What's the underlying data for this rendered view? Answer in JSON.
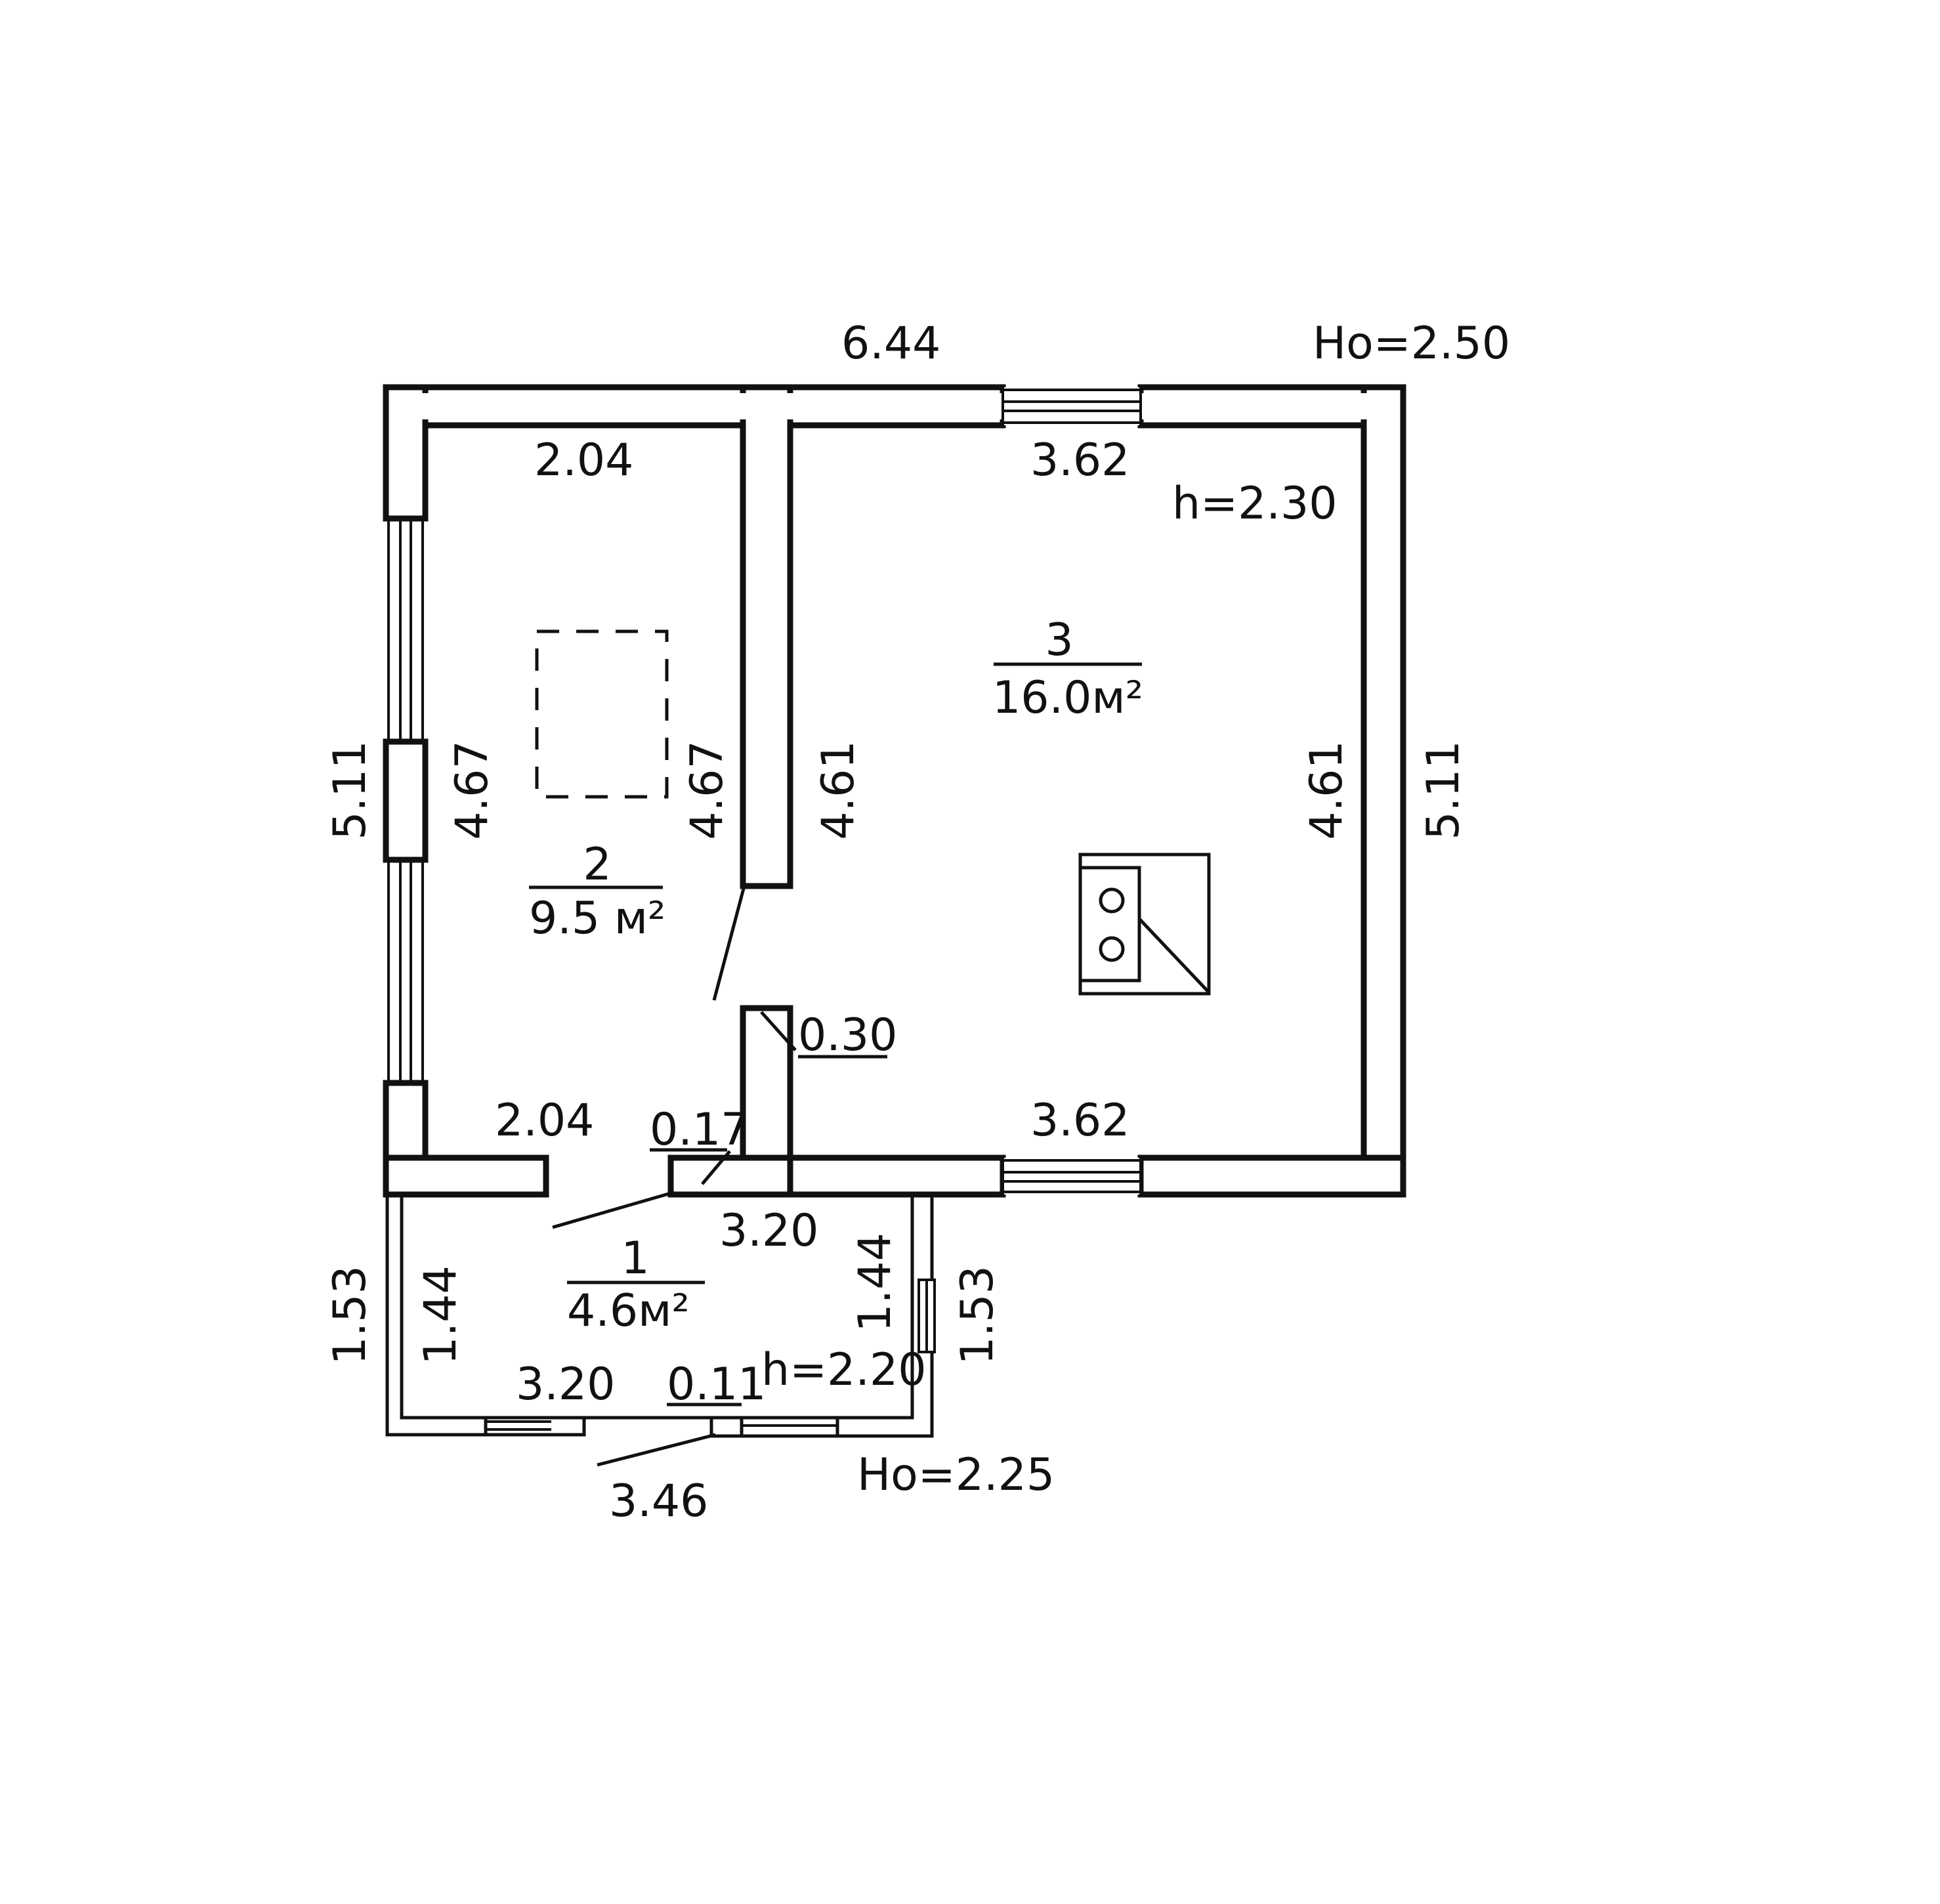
{
  "header": {
    "total_width": "6.44",
    "outer_height_main": "Ho=2.50",
    "outer_height_porch": "Ho=2.25"
  },
  "room2": {
    "number": "2",
    "area": "9.5 м²",
    "top_width": "2.04",
    "bottom_width": "2.04",
    "left_inner_height": "4.67",
    "right_inner_height": "4.67",
    "outer_height": "5.11"
  },
  "room3": {
    "number": "3",
    "area": "16.0м²",
    "ceiling": "h=2.30",
    "top_width": "3.62",
    "bottom_width": "3.62",
    "left_inner_height": "4.61",
    "right_inner_height": "4.61",
    "outer_height": "5.11",
    "door_width": "0.30"
  },
  "room1": {
    "number": "1",
    "area": "4.6м²",
    "ceiling": "h=2.20",
    "top_width": "3.20",
    "bottom_width": "3.20",
    "left_inner_height": "1.44",
    "right_inner_height": "1.44",
    "left_outer_height": "1.53",
    "right_outer_height": "1.53",
    "door_width": "0.17",
    "entry_door_width": "0.11",
    "outer_width": "3.46"
  }
}
